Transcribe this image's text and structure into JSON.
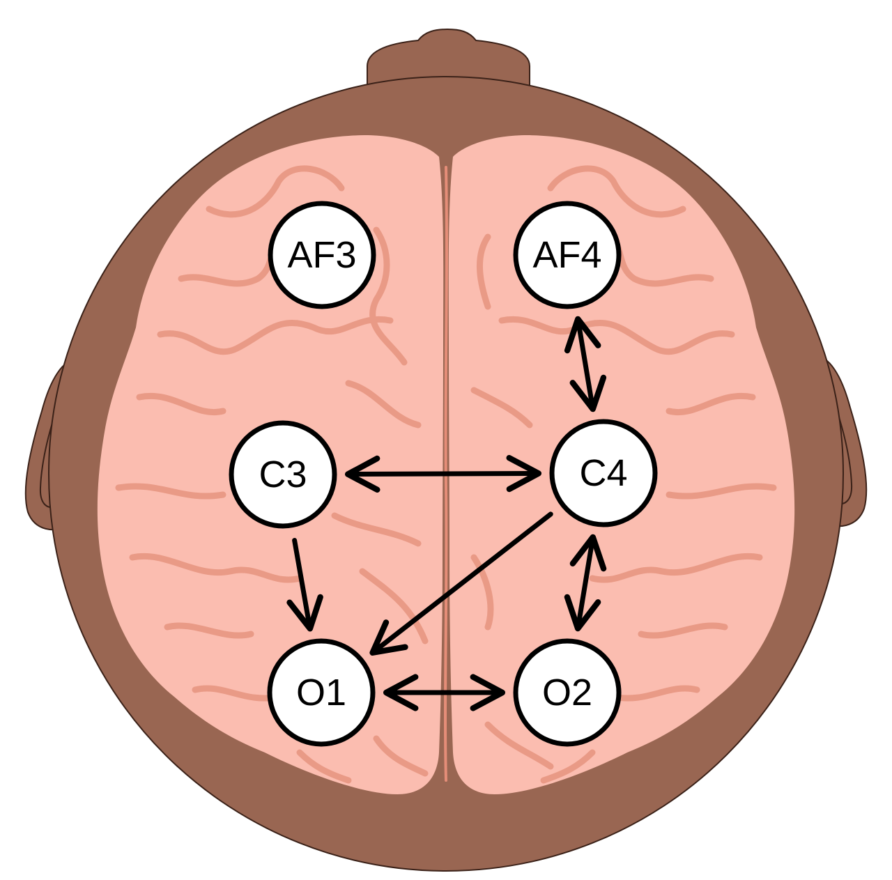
{
  "colors": {
    "skin": "#996652",
    "skin_outline": "#3a2118",
    "brain": "#fbbdb0",
    "brain_fold": "#e99a86",
    "electrode_fill": "#ffffff",
    "electrode_stroke": "#000000",
    "arrow": "#000000"
  },
  "electrodes": [
    {
      "id": "AF3",
      "label": "AF3"
    },
    {
      "id": "AF4",
      "label": "AF4"
    },
    {
      "id": "C3",
      "label": "C3"
    },
    {
      "id": "C4",
      "label": "C4"
    },
    {
      "id": "O1",
      "label": "O1"
    },
    {
      "id": "O2",
      "label": "O2"
    }
  ],
  "connections": [
    {
      "from": "AF4",
      "to": "C4",
      "direction": "bidirectional"
    },
    {
      "from": "C3",
      "to": "C4",
      "direction": "bidirectional"
    },
    {
      "from": "C3",
      "to": "O1",
      "direction": "forward"
    },
    {
      "from": "C4",
      "to": "O1",
      "direction": "forward"
    },
    {
      "from": "C4",
      "to": "O2",
      "direction": "bidirectional"
    },
    {
      "from": "O1",
      "to": "O2",
      "direction": "bidirectional"
    }
  ]
}
